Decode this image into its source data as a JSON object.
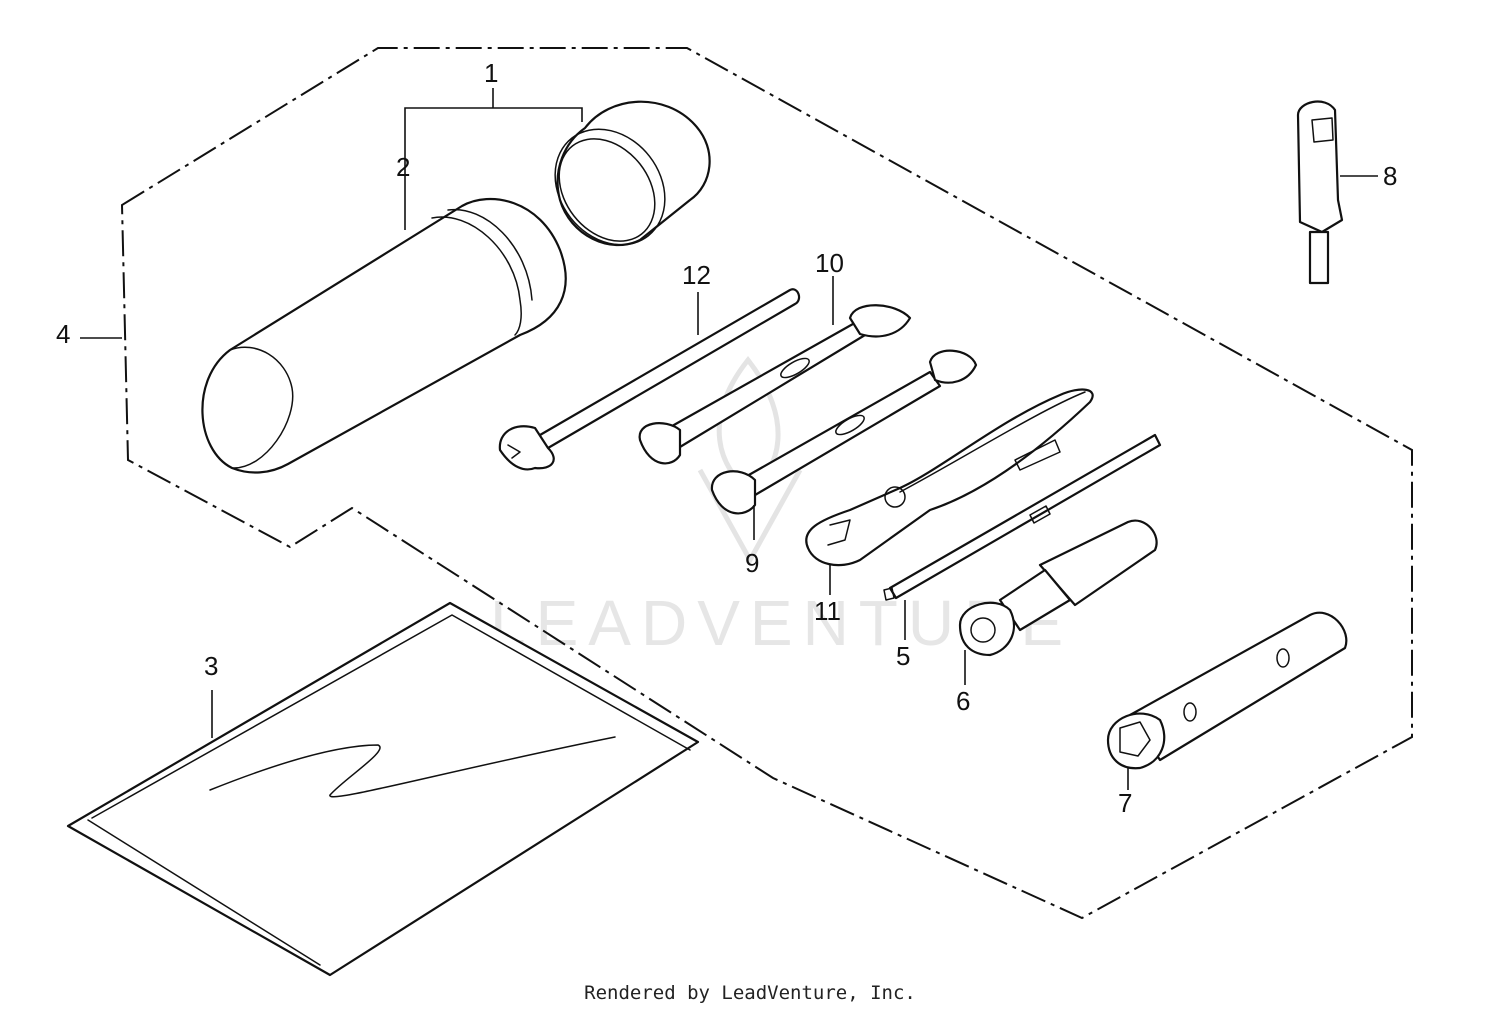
{
  "diagram": {
    "watermark": "LEADVENTURE",
    "callouts": {
      "c1": "1",
      "c2": "2",
      "c3": "3",
      "c4": "4",
      "c5": "5",
      "c6": "6",
      "c7": "7",
      "c8": "8",
      "c9": "9",
      "c10": "10",
      "c11": "11",
      "c12": "12"
    }
  },
  "footer": {
    "credit": "Rendered by LeadVenture, Inc."
  }
}
